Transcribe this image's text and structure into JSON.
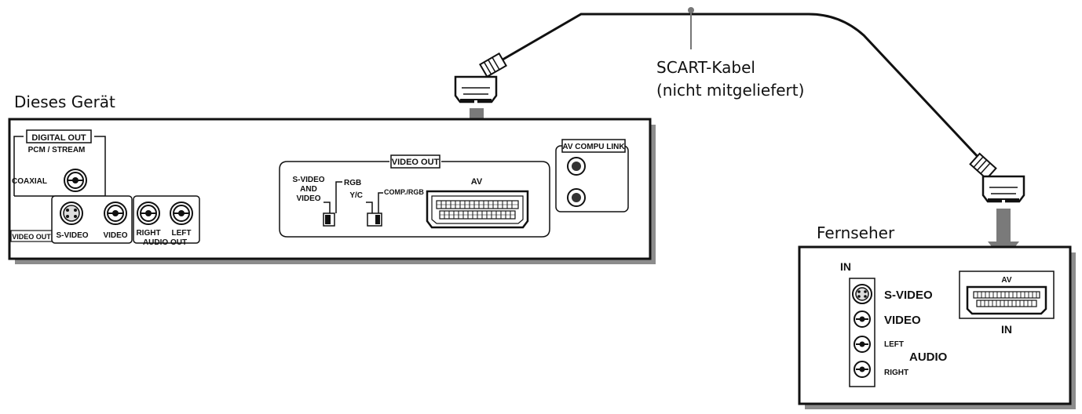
{
  "labels": {
    "device_caption": "Dieses Gerät",
    "tv_caption": "Fernseher",
    "cable_line1": "SCART-Kabel",
    "cable_line2": "(nicht mitgeliefert)"
  },
  "device": {
    "digital_out": "DIGITAL OUT",
    "pcm_stream": "PCM / STREAM",
    "coaxial": "COAXIAL",
    "video_out_side": "VIDEO OUT",
    "s_video": "S-VIDEO",
    "video": "VIDEO",
    "right": "RIGHT",
    "left": "LEFT",
    "audio_out": "AUDIO OUT",
    "video_out_panel": "VIDEO OUT",
    "sw1_line1": "S-VIDEO",
    "sw1_line2": "AND",
    "sw1_line3": "VIDEO",
    "rgb": "RGB",
    "yc": "Y/C",
    "comp_rgb": "COMP./RGB",
    "av": "AV",
    "av_compu_link": "AV COMPU LINK"
  },
  "tv": {
    "in_title": "IN",
    "s_video": "S-VIDEO",
    "video": "VIDEO",
    "left": "LEFT",
    "audio": "AUDIO",
    "right": "RIGHT",
    "av": "AV",
    "in_below": "IN"
  },
  "colors": {
    "arrow": "#7a7a7a",
    "line": "#111111",
    "shadow": "#8c8c8c"
  }
}
